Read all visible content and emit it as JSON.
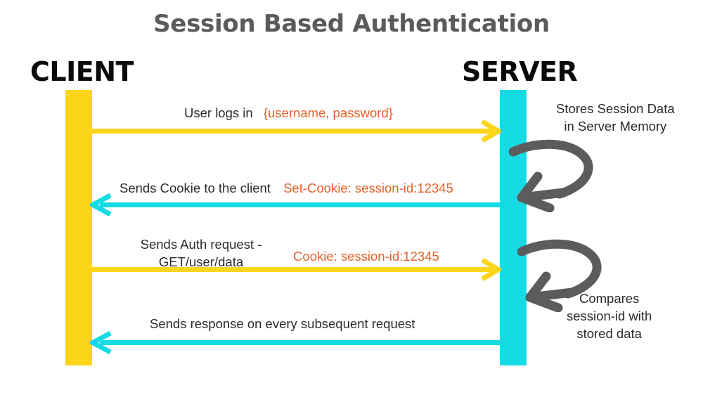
{
  "diagram": {
    "title": "Session Based Authentication",
    "type": "sequence-diagram",
    "colors": {
      "client_bar": "#fcd518",
      "server_bar": "#16dbe4",
      "request_arrow": "#fcd518",
      "response_arrow": "#16dbe4",
      "payload_text": "#e4622a",
      "body_text": "#2b2b2b",
      "title_text": "#5b5b5b",
      "note_arrow": "#5c5c5c"
    },
    "participants": {
      "client": {
        "label": "CLIENT"
      },
      "server": {
        "label": "SERVER"
      }
    },
    "messages": [
      {
        "id": "msg1",
        "direction": "client-to-server",
        "color": "#fcd518",
        "label": "User logs in",
        "payload": "{username, password}"
      },
      {
        "id": "msg2",
        "direction": "server-to-client",
        "color": "#16dbe4",
        "label": "Sends Cookie to the client",
        "payload": "Set-Cookie: session-id:12345"
      },
      {
        "id": "msg3",
        "direction": "client-to-server",
        "color": "#fcd518",
        "label_line1": "Sends Auth request -",
        "label_line2": "GET/user/data",
        "payload": "Cookie: session-id:12345"
      },
      {
        "id": "msg4",
        "direction": "server-to-client",
        "color": "#16dbe4",
        "label": "Sends response on every subsequent request",
        "payload": ""
      }
    ],
    "notes": [
      {
        "id": "note1",
        "line1": "Stores Session Data",
        "line2": "in Server Memory",
        "line3": ""
      },
      {
        "id": "note2",
        "line1": "Compares",
        "line2": "session-id with",
        "line3": "stored data"
      }
    ]
  }
}
